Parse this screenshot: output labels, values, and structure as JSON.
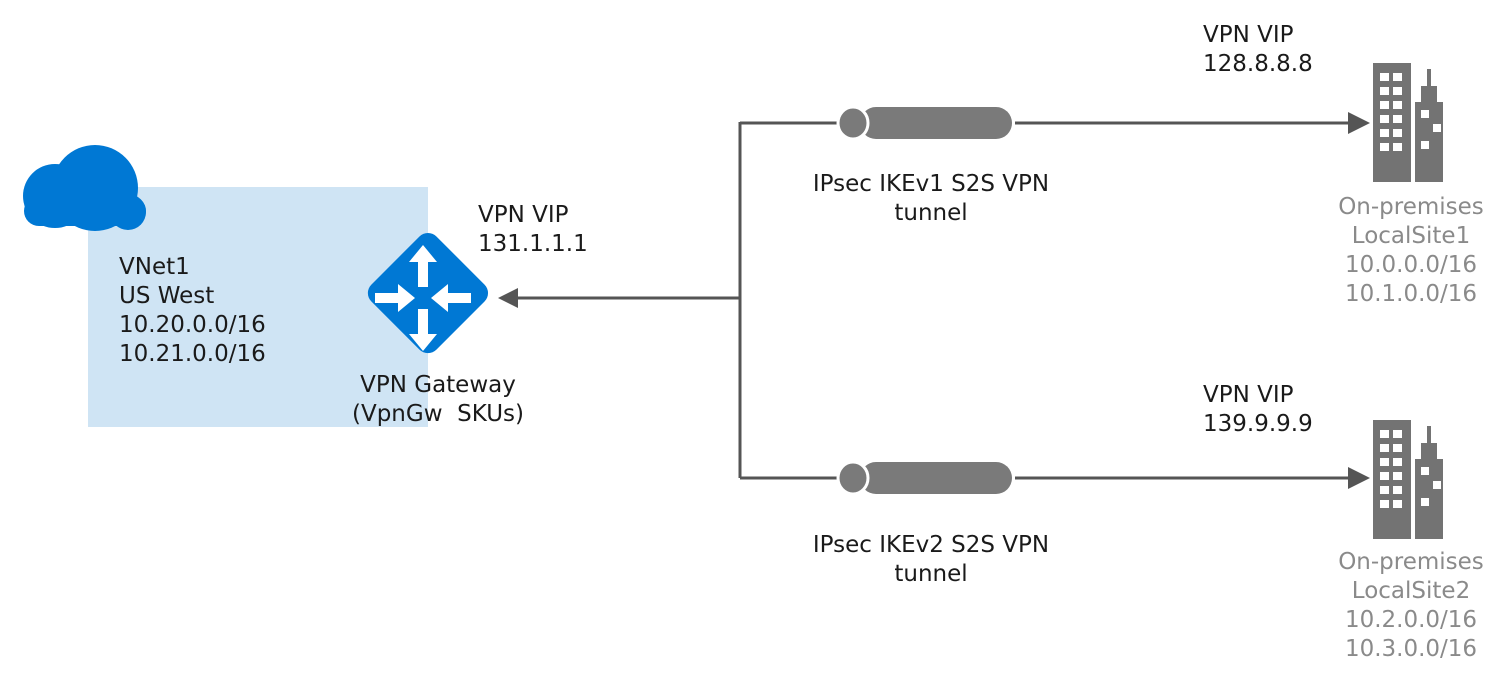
{
  "vnet": {
    "name": "VNet1",
    "region": "US West",
    "prefixes": [
      "10.20.0.0/16",
      "10.21.0.0/16"
    ],
    "icon": "cloud-icon",
    "color": "#0078d4",
    "box_color": "#cfe4f4"
  },
  "gateway": {
    "icon": "vpn-gateway-icon",
    "label": "VPN Gateway",
    "sku": "(VpnGw  SKUs)",
    "vip_label": "VPN VIP",
    "vip": "131.1.1.1"
  },
  "tunnels": [
    {
      "label_line1": "IPsec IKEv1 S2S VPN",
      "label_line2": "tunnel",
      "icon": "tunnel-icon"
    },
    {
      "label_line1": "IPsec IKEv2 S2S VPN",
      "label_line2": "tunnel",
      "icon": "tunnel-icon"
    }
  ],
  "sites": [
    {
      "vip_label": "VPN VIP",
      "vip": "128.8.8.8",
      "icon": "building-icon",
      "type": "On-premises",
      "name": "LocalSite1",
      "prefixes": [
        "10.0.0.0/16",
        "10.1.0.0/16"
      ]
    },
    {
      "vip_label": "VPN VIP",
      "vip": "139.9.9.9",
      "icon": "building-icon",
      "type": "On-premises",
      "name": "LocalSite2",
      "prefixes": [
        "10.2.0.0/16",
        "10.3.0.0/16"
      ]
    }
  ],
  "colors": {
    "line": "#555555",
    "tunnel": "#7a7a7a",
    "building": "#737373",
    "site_text": "#8a8a8a"
  }
}
